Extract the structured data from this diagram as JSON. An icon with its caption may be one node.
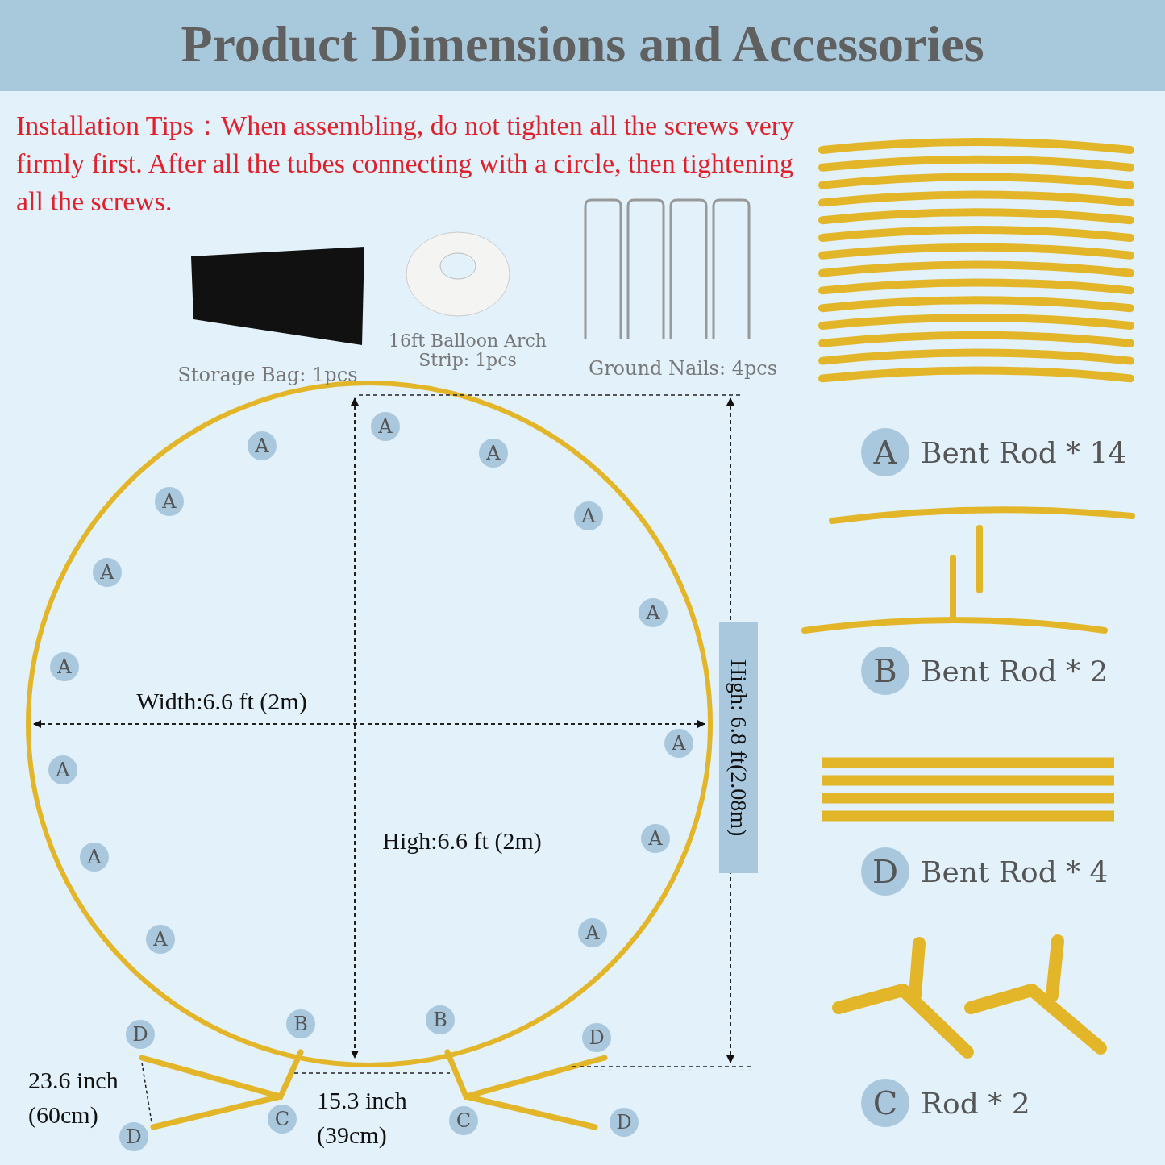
{
  "diagram": {
    "title": "Product Dimensions and Accessories",
    "labels": [
      "Installation Tips：When assembling, do not tighten all the screws very firmly first. After all the tubes connecting with a circle,  then tightening all the screws.",
      "Storage Bag: 1pcs",
      "16ft Balloon Arch Strip: 1pcs",
      "Ground Nails: 4pcs",
      "A",
      "A",
      "A",
      "A",
      "A",
      "A",
      "A",
      "A",
      "A",
      "A",
      "A",
      "A",
      "A",
      "A",
      "B",
      "B",
      "D",
      "D",
      "C",
      "C",
      "D",
      "D",
      "Width:6.6 ft (2m)",
      "High:6.6 ft (2m)",
      "High: 6.8 ft(2.08m)",
      "23.6 inch (60cm)",
      "15.3 inch (39cm)",
      "A",
      "Bent Rod * 14",
      "B",
      "Bent Rod * 2",
      "D",
      "Bent Rod * 4",
      "C",
      "Rod * 2"
    ]
  }
}
